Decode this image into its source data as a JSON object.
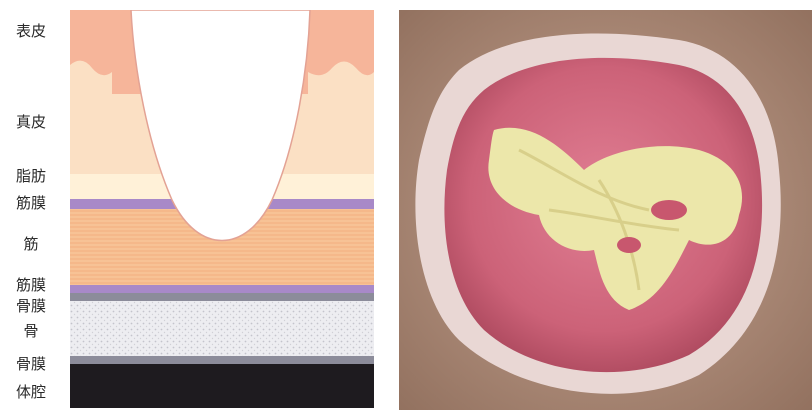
{
  "layers": [
    {
      "label": "表皮",
      "color": "#f6b59a"
    },
    {
      "label": "真皮",
      "color": "#fbe0c4"
    },
    {
      "label": "脂肪",
      "color": "#fff1d8"
    },
    {
      "label": "筋膜",
      "color": "#a889c8"
    },
    {
      "label": "筋",
      "color": "#f7c295"
    },
    {
      "label": "筋膜",
      "color": "#a889c8"
    },
    {
      "label": "骨膜",
      "color": "#8c8c9a"
    },
    {
      "label": "骨",
      "color": "#ededf1"
    },
    {
      "label": "骨膜",
      "color": "#8c8c9a"
    },
    {
      "label": "体腔",
      "color": "#1e1b1f"
    }
  ],
  "colors": {
    "wound": "#ffffff",
    "wound_outline": "#e3a294",
    "photo_base": "#b9977f",
    "wound_bed": "#d06b82",
    "slough": "#ece7aa"
  }
}
